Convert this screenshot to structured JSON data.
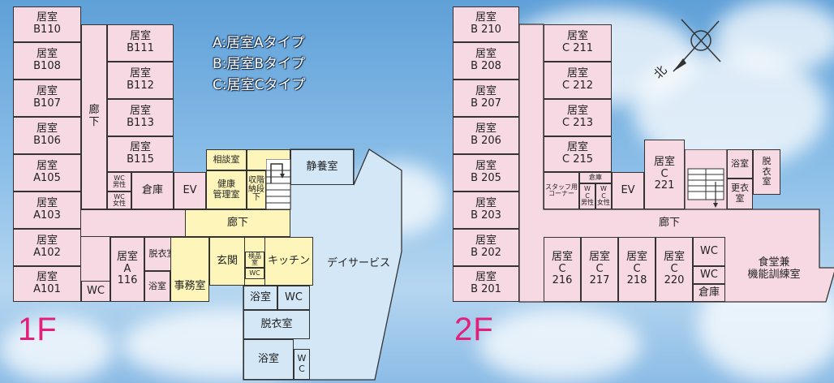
{
  "legend": [
    "A:居室Aタイプ",
    "B:居室Bタイプ",
    "C:居室Cタイプ"
  ],
  "floor1": {
    "label": "1F",
    "rooms": {
      "b110": "居室\nB110",
      "b108": "居室\nB108",
      "b107": "居室\nB107",
      "b106": "居室\nB106",
      "a105": "居室\nA105",
      "a103": "居室\nA103",
      "a102": "居室\nA102",
      "a101": "居室\nA101",
      "b111": "居室\nB111",
      "b112": "居室\nB112",
      "b113": "居室\nB113",
      "b115": "居室\nB115",
      "a116": "居室\nA\n116",
      "corridor_v": "廊\n下",
      "wc_m": "WC\n男性",
      "wc_f": "WC\n女性",
      "storage": "倉庫",
      "ev": "EV",
      "consult": "相談室",
      "health": "健康\n管理室",
      "stair_storage": "収階\n納段\n下",
      "rest": "静養室",
      "corridor_h": "廊下",
      "entrance": "玄関",
      "food_store": "検品室",
      "wc_small": "WC",
      "kitchen": "キッチン",
      "day_service": "デイサービス",
      "dressing": "脱衣室",
      "bath": "浴室",
      "office": "事務室",
      "wc_bottom": "WC",
      "bath2": "浴室",
      "wc2": "WC",
      "dressing2": "脱衣室",
      "bath3": "浴室",
      "wc3": "W\nC"
    }
  },
  "floor2": {
    "label": "2F",
    "compass": "北",
    "rooms": {
      "b210": "居室\nB 210",
      "b208": "居室\nB 208",
      "b207": "居室\nB 207",
      "b206": "居室\nB 206",
      "b205": "居室\nB 205",
      "b203": "居室\nB 203",
      "b202": "居室\nB 202",
      "b201": "居室\nB 201",
      "c211": "居室\nC 211",
      "c212": "居室\nC 212",
      "c213": "居室\nC 213",
      "c215": "居室\nC 215",
      "staff": "スタッフ用\nコーナー",
      "storage2": "倉庫",
      "wc_m2": "W\nC\n男性",
      "wc_f2": "W\nC\n女性",
      "ev2": "EV",
      "c221": "居室\nC\n221",
      "bath2f": "浴室",
      "dressing2f": "脱\n衣\n室",
      "changing": "更衣\n室",
      "corridor2": "廊下",
      "c216": "居室\nC\n216",
      "c217": "居室\nC\n217",
      "c218": "居室\nC\n218",
      "c220": "居室\nC\n220",
      "wc2f_a": "WC",
      "wc2f_b": "WC",
      "storage2f": "倉庫",
      "dining": "食堂兼\n機能訓練室"
    }
  }
}
